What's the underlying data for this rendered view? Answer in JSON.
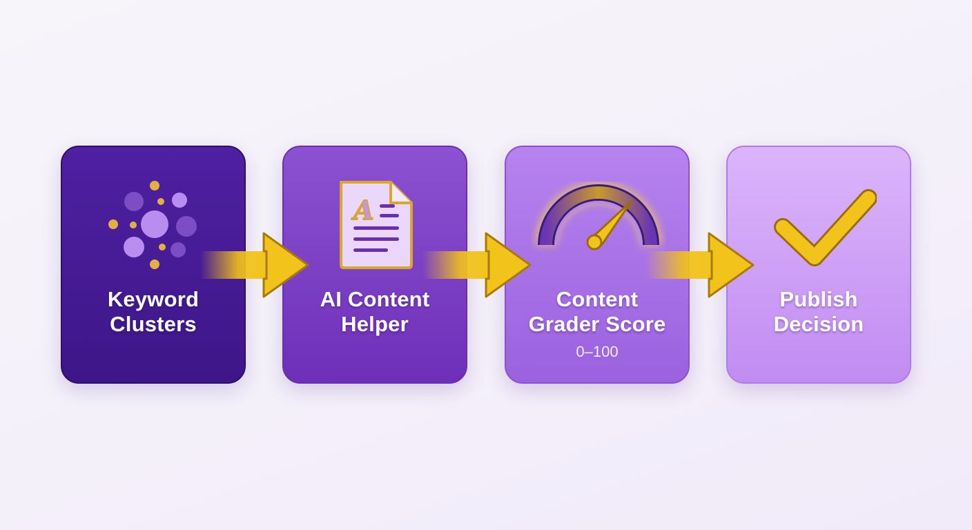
{
  "steps": [
    {
      "title_line1": "Keyword",
      "title_line2": "Clusters",
      "icon": "keyword-clusters-icon"
    },
    {
      "title_line1": "AI Content",
      "title_line2": "Helper",
      "icon": "document-ai-icon"
    },
    {
      "title_line1": "Content",
      "title_line2": "Grader Score",
      "subtitle": "0–100",
      "icon": "gauge-icon"
    },
    {
      "title_line1": "Publish",
      "title_line2": "Decision",
      "icon": "checkmark-icon"
    }
  ],
  "icon_letter": "A",
  "colors": {
    "background": "#f5f1fa",
    "step1": "#4a1d9c",
    "step2": "#7d41c6",
    "step3": "#aa74e8",
    "step4": "#cfa2f7",
    "accent_gold": "#f2c31a",
    "accent_gold_dark": "#b8860b"
  }
}
